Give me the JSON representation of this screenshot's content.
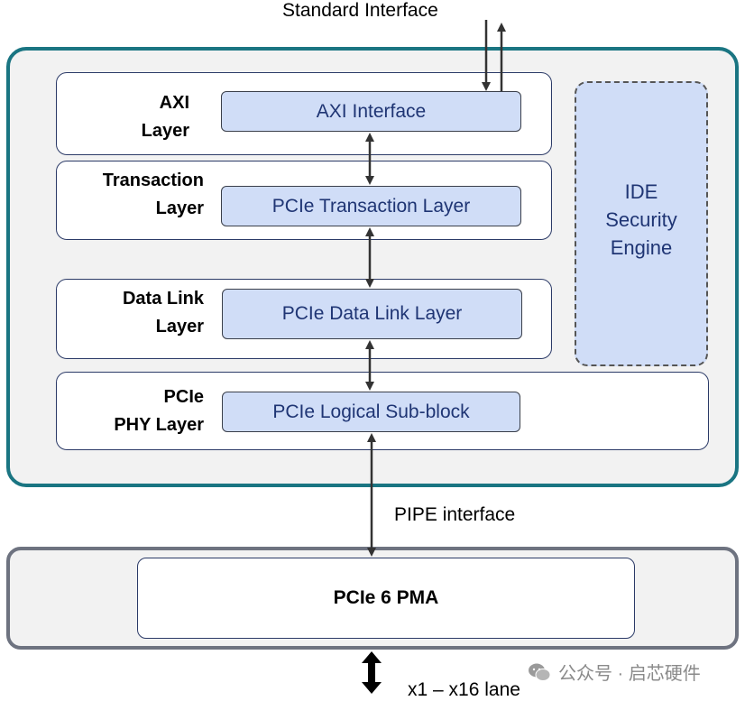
{
  "top_label": "Standard Interface",
  "pipe_label": "PIPE interface",
  "lane_label": "x1 – x16 lane",
  "layers": [
    {
      "label_line1": "AXI",
      "label_line2": "Layer",
      "block": "AXI Interface"
    },
    {
      "label_line1": "Transaction",
      "label_line2": "Layer",
      "block": "PCIe Transaction Layer"
    },
    {
      "label_line1": "Data Link",
      "label_line2": "Layer",
      "block": "PCIe Data Link Layer"
    },
    {
      "label_line1": "PCIe",
      "label_line2": "PHY Layer",
      "block": "PCIe Logical Sub-block"
    }
  ],
  "ide": {
    "line1": "IDE",
    "line2": "Security",
    "line3": "Engine"
  },
  "pma": "PCIe 6 PMA",
  "watermark": "公众号 · 启芯硬件",
  "colors": {
    "frame": "#1a7582",
    "block_fill": "#d0ddf7",
    "block_text": "#1f3574",
    "pma_frame": "#6e7380"
  }
}
